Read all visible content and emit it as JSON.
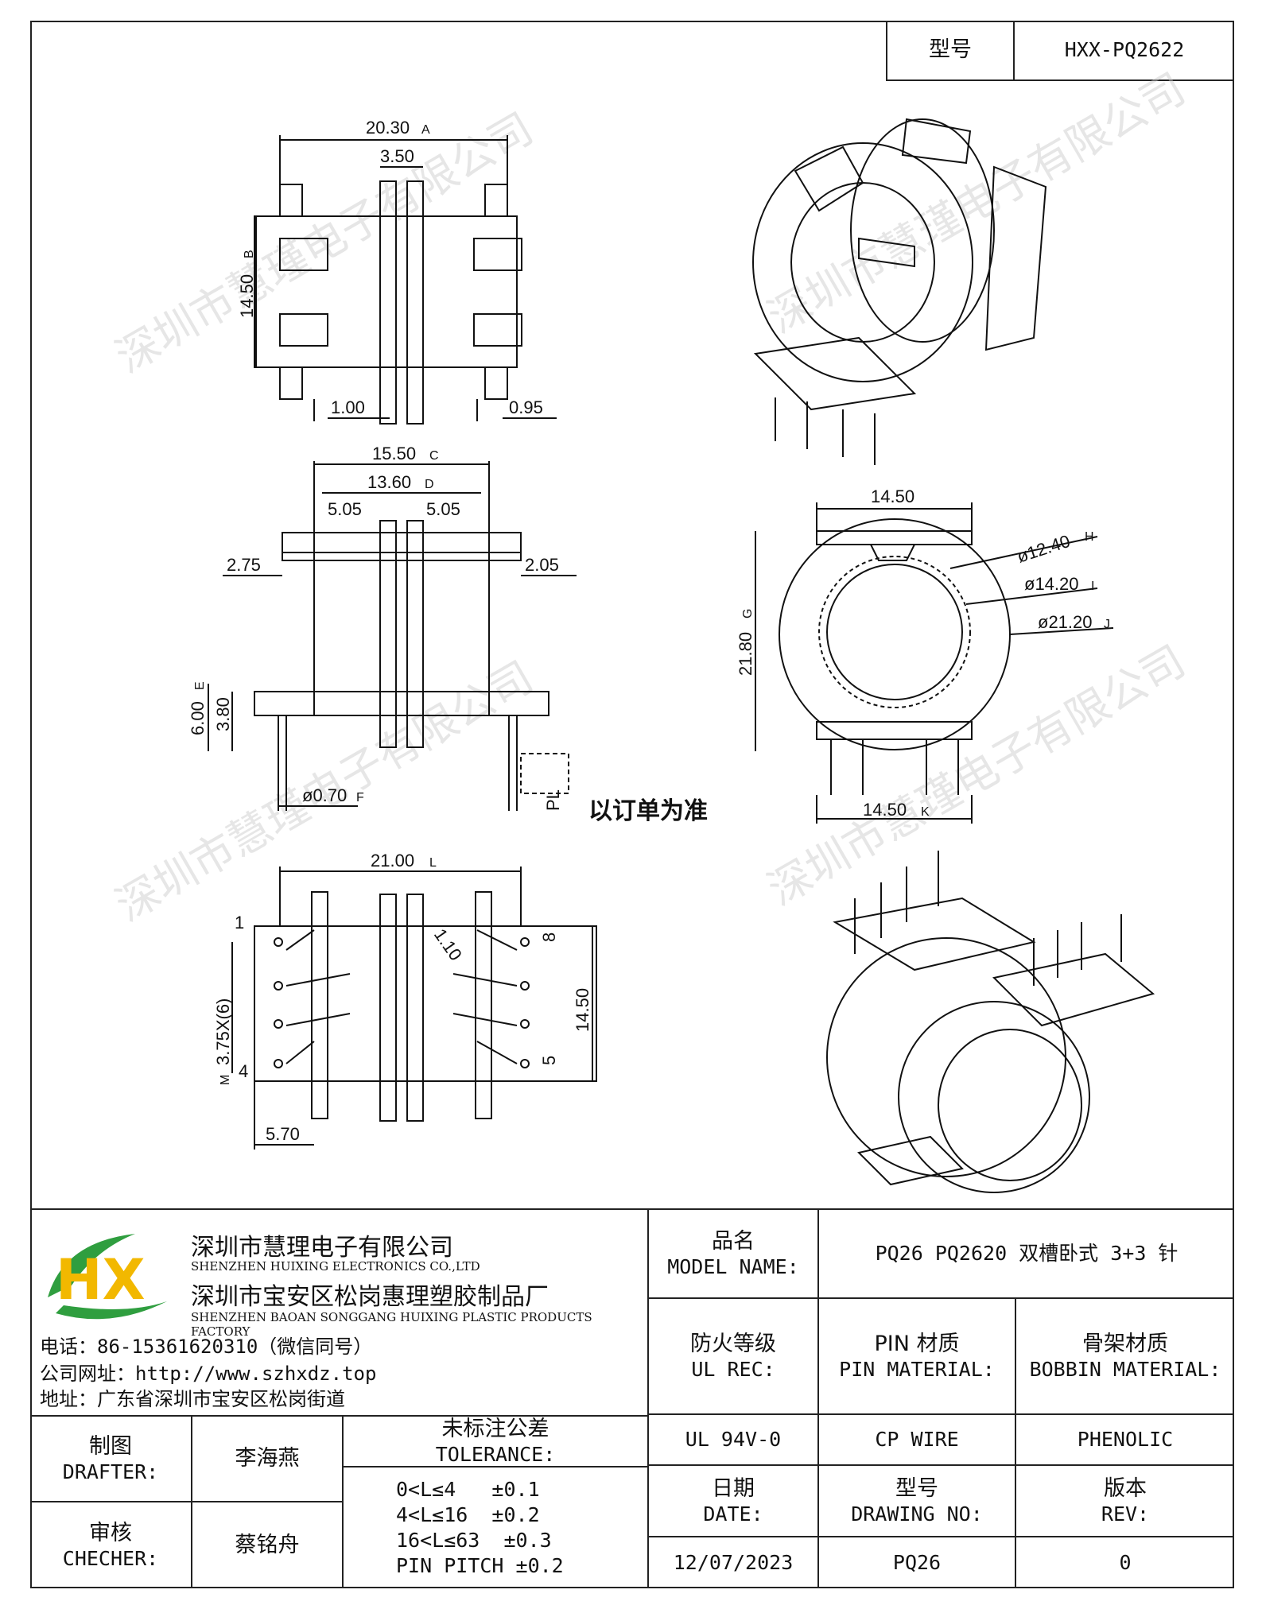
{
  "header": {
    "model_label": "型号",
    "model_value": "HXX-PQ2622"
  },
  "drawing": {
    "top_view": {
      "overall": "20.30",
      "overall_tag": "A",
      "flange": "3.50",
      "height": "14.50",
      "height_tag": "B",
      "left_pin": "1.00",
      "right_pin": "0.95"
    },
    "front_view": {
      "outer": "15.50",
      "outer_tag": "C",
      "inner": "13.60",
      "inner_tag": "D",
      "slot_left": "5.05",
      "slot_right": "5.05",
      "left_step": "2.75",
      "right_step": "2.05",
      "base_total": "6.00",
      "base_total_tag": "E",
      "base": "3.80",
      "pin_dia": "ø0.70",
      "pin_dia_tag": "F",
      "pin_len_label": "PL",
      "order_note": "以订单为准"
    },
    "side_view": {
      "width_top": "14.50",
      "height": "21.80",
      "height_tag": "G",
      "dia1": "ø12.40",
      "dia1_tag": "H",
      "dia2": "ø14.20",
      "dia2_tag": "I",
      "dia3": "ø21.20",
      "dia3_tag": "J",
      "width_bottom": "14.50",
      "width_bottom_tag": "K"
    },
    "bottom_view": {
      "length": "21.00",
      "length_tag": "L",
      "pitch": "3.75X(6)",
      "pitch_tag": "M",
      "angle": "1.10",
      "width": "14.50",
      "offset": "5.70",
      "pin1": "1",
      "pin4": "4",
      "pin8": "8",
      "pin5": "5"
    },
    "watermark": "深圳市慧瑾电子有限公司"
  },
  "title_block": {
    "company_cn": "深圳市慧理电子有限公司",
    "company_en": "SHENZHEN HUIXING ELECTRONICS CO.,LTD",
    "factory_cn": "深圳市宝安区松岗惠理塑胶制品厂",
    "factory_en": "SHENZHEN BAOAN SONGGANG HUIXING PLASTIC PRODUCTS FACTORY",
    "phone": "电话：86-15361620310（微信同号）",
    "website": "公司网址：http://www.szhxdz.top",
    "address": "地址：广东省深圳市宝安区松岗街道",
    "logo_letters": "HX",
    "model_name_cn": "品名",
    "model_name_en": "MODEL NAME:",
    "model_name_value": "PQ26 PQ2620 双槽卧式 3+3 针",
    "ul_cn": "防火等级",
    "ul_en": "UL REC:",
    "pin_cn": "PIN 材质",
    "pin_en": "PIN MATERIAL:",
    "bobbin_cn": "骨架材质",
    "bobbin_en": "BOBBIN MATERIAL:",
    "ul_value": "UL 94V-0",
    "pin_value": "CP WIRE",
    "bobbin_value": "PHENOLIC",
    "drafter_cn": "制图",
    "drafter_en": "DRAFTER:",
    "drafter_name": "李海燕",
    "checker_cn": "审核",
    "checker_en": "CHECHER:",
    "checker_name": "蔡铭舟",
    "tolerance_cn": "未标注公差",
    "tolerance_en": "TOLERANCE:",
    "tolerance_lines": [
      "0<L≤4   ±0.1",
      "4<L≤16  ±0.2",
      "16<L≤63  ±0.3",
      "PIN PITCH ±0.2"
    ],
    "date_cn": "日期",
    "date_en": "DATE:",
    "drawing_no_cn": "型号",
    "drawing_no_en": "DRAWING NO:",
    "rev_cn": "版本",
    "rev_en": "REV:",
    "date_value": "12/07/2023",
    "drawing_no_value": "PQ26",
    "rev_value": "0"
  }
}
